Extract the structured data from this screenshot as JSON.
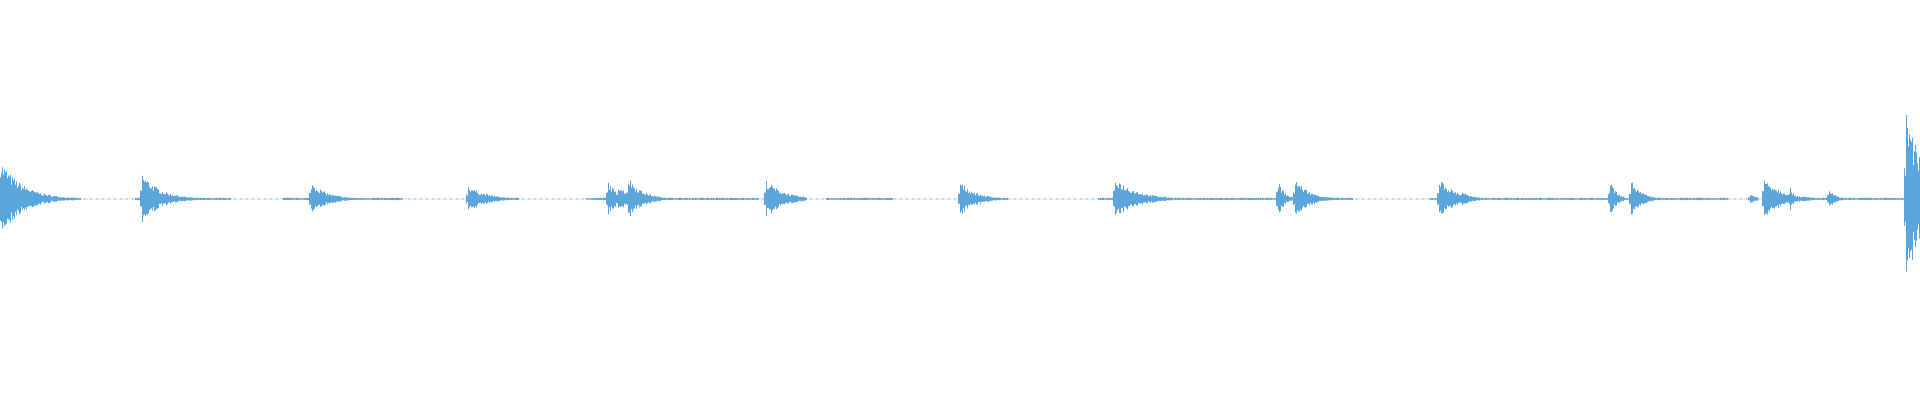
{
  "waveform": {
    "color": "#5aa6dc",
    "icon": "audio-waveform",
    "bursts": [
      {
        "x": 0.0,
        "amp": 0.46,
        "decay": 22
      },
      {
        "x": 0.074,
        "amp": 0.3,
        "decay": 18
      },
      {
        "x": 0.091,
        "amp": 0.06,
        "decay": 6
      },
      {
        "x": 0.162,
        "amp": 0.2,
        "decay": 16
      },
      {
        "x": 0.244,
        "amp": 0.16,
        "decay": 18
      },
      {
        "x": 0.317,
        "amp": 0.22,
        "decay": 8
      },
      {
        "x": 0.322,
        "amp": 0.18,
        "decay": 10
      },
      {
        "x": 0.327,
        "amp": 0.26,
        "decay": 14
      },
      {
        "x": 0.399,
        "amp": 0.22,
        "decay": 18
      },
      {
        "x": 0.5,
        "amp": 0.2,
        "decay": 16
      },
      {
        "x": 0.581,
        "amp": 0.25,
        "decay": 22
      },
      {
        "x": 0.666,
        "amp": 0.22,
        "decay": 6
      },
      {
        "x": 0.675,
        "amp": 0.24,
        "decay": 14
      },
      {
        "x": 0.75,
        "amp": 0.24,
        "decay": 16
      },
      {
        "x": 0.762,
        "amp": 0.1,
        "decay": 8
      },
      {
        "x": 0.839,
        "amp": 0.24,
        "decay": 6
      },
      {
        "x": 0.85,
        "amp": 0.22,
        "decay": 10
      },
      {
        "x": 0.912,
        "amp": 0.06,
        "decay": 8
      },
      {
        "x": 0.919,
        "amp": 0.26,
        "decay": 18
      },
      {
        "x": 0.933,
        "amp": 0.14,
        "decay": 4
      },
      {
        "x": 0.953,
        "amp": 0.12,
        "decay": 6
      },
      {
        "x": 0.993,
        "amp": 1.0,
        "decay": 20
      }
    ],
    "dotted_gaps": [
      [
        0.042,
        0.07
      ],
      [
        0.12,
        0.147
      ],
      [
        0.21,
        0.245
      ],
      [
        0.27,
        0.305
      ],
      [
        0.395,
        0.43
      ],
      [
        0.465,
        0.5
      ],
      [
        0.525,
        0.572
      ],
      [
        0.705,
        0.745
      ],
      [
        0.9,
        0.93
      ]
    ]
  }
}
